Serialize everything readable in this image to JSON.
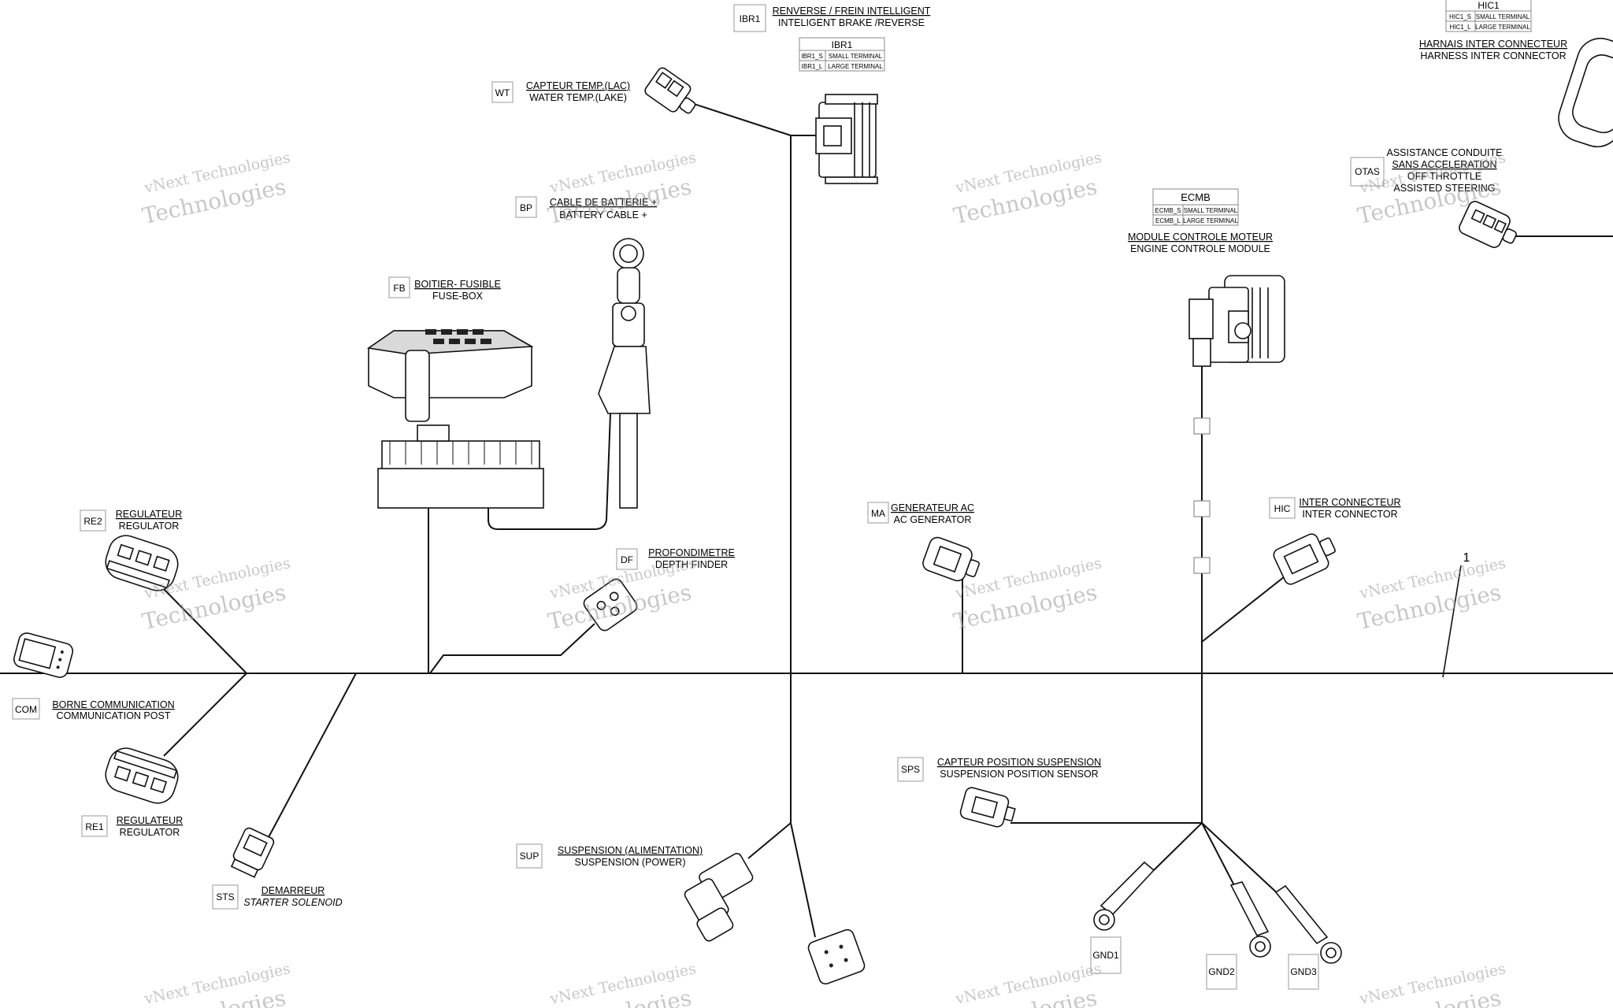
{
  "components": {
    "ibr1": {
      "code": "IBR1",
      "fr": "RENVERSE / FREIN INTELLIGENT",
      "en": "INTELIGENT BRAKE /REVERSE",
      "table": {
        "title": "IBR1",
        "rows": [
          [
            "IBR1_S",
            "SMALL TERMINAL"
          ],
          [
            "IBR1_L",
            "LARGE TERMINAL"
          ]
        ]
      }
    },
    "hic1": {
      "code": "HIC1",
      "fr": "HARNAIS INTER CONNECTEUR",
      "en": "HARNESS INTER CONNECTOR",
      "table": {
        "title": "HIC1",
        "rows": [
          [
            "HIC1_S",
            "SMALL TERMINAL"
          ],
          [
            "HIC1_L",
            "LARGE TERMINAL"
          ]
        ]
      }
    },
    "wt": {
      "code": "WT",
      "fr": "CAPTEUR TEMP.(LAC)",
      "en": "WATER TEMP.(LAKE)"
    },
    "bp": {
      "code": "BP",
      "fr": "CABLE DE BATTERIE +",
      "en": "BATTERY CABLE +"
    },
    "otas": {
      "code": "OTAS",
      "l1": "ASSISTANCE CONDUITE",
      "l2": "SANS ACCELERATION",
      "l3": "OFF THROTTLE",
      "l4": "ASSISTED STEERING"
    },
    "ecmb": {
      "code": "ECMB",
      "fr": "MODULE CONTROLE MOTEUR",
      "en": "ENGINE CONTROLE MODULE",
      "table": {
        "title": "ECMB",
        "rows": [
          [
            "ECMB_S",
            "SMALL TERMINAL"
          ],
          [
            "ECMB_L",
            "LARGE TERMINAL"
          ]
        ]
      }
    },
    "fb": {
      "code": "FB",
      "fr": "BOITIER- FUSIBLE",
      "en": "FUSE-BOX"
    },
    "re2": {
      "code": "RE2",
      "fr": "REGULATEUR",
      "en": "REGULATOR"
    },
    "re1": {
      "code": "RE1",
      "fr": "REGULATEUR",
      "en": "REGULATOR"
    },
    "df": {
      "code": "DF",
      "fr": "PROFONDIMETRE",
      "en": "DEPTH FINDER"
    },
    "ma": {
      "code": "MA",
      "fr": "GENERATEUR AC",
      "en": "AC GENERATOR"
    },
    "hic": {
      "code": "HIC",
      "fr": "INTER CONNECTEUR",
      "en": "INTER CONNECTOR"
    },
    "com": {
      "code": "COM",
      "fr": "BORNE COMMUNICATION",
      "en": "COMMUNICATION POST"
    },
    "sps": {
      "code": "SPS",
      "fr": "CAPTEUR POSITION SUSPENSION",
      "en": "SUSPENSION POSITION SENSOR"
    },
    "sup": {
      "code": "SUP",
      "fr": "SUSPENSION (ALIMENTATION)",
      "en": "SUSPENSION (POWER)"
    },
    "sts": {
      "code": "STS",
      "fr": "DEMARREUR",
      "en": "STARTER SOLENOID"
    },
    "gnd1": {
      "code": "GND1"
    },
    "gnd2": {
      "code": "GND2"
    },
    "gnd3": {
      "code": "GND3"
    }
  },
  "callout_number": "1",
  "watermark": {
    "line1": "vNext Technologies",
    "line2": "Technologies"
  }
}
